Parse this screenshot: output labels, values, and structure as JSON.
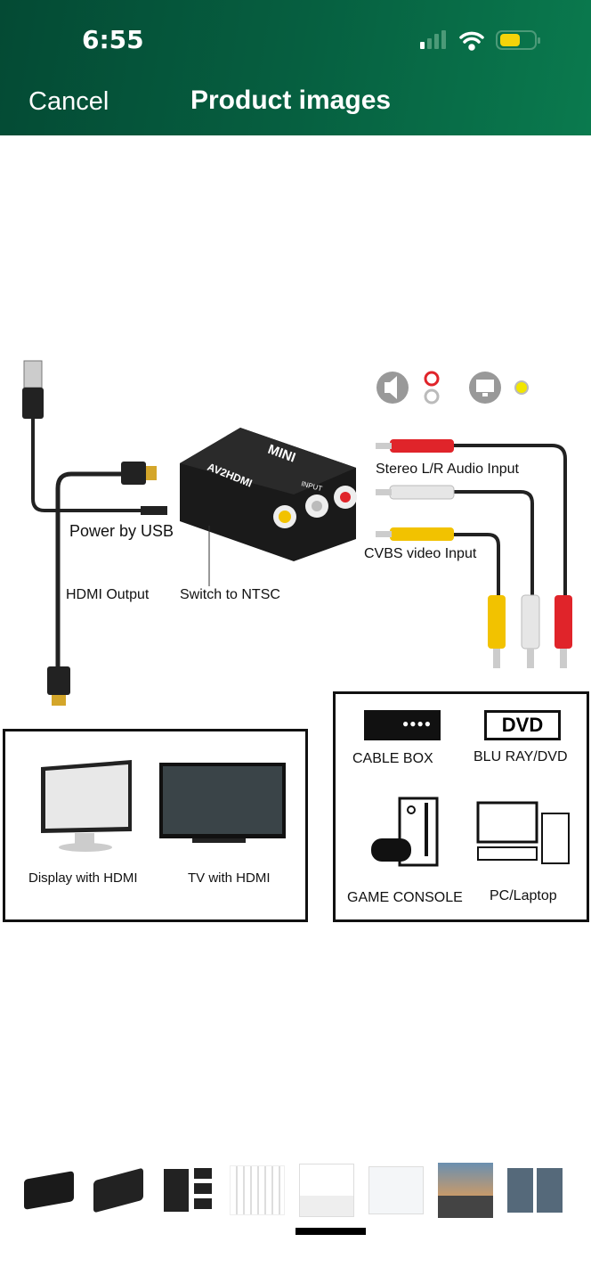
{
  "status_bar": {
    "time": "6:55",
    "battery_color": "#f5d30a",
    "icons": [
      "cellular-signal-icon",
      "wifi-icon",
      "battery-icon"
    ]
  },
  "nav": {
    "cancel_label": "Cancel",
    "title": "Product images",
    "bg_color": "#065f40"
  },
  "product_image": {
    "device": {
      "brand": "MINI",
      "model": "AV2HDMI",
      "input_label": "INPUT",
      "ports": [
        "CVBS",
        "L",
        "R"
      ]
    },
    "labels": {
      "power": "Power by USB",
      "hdmi_output": "HDMI Output",
      "switch": "Switch to NTSC",
      "audio_input": "Stereo L/R Audio Input",
      "video_input": "CVBS video Input"
    },
    "outputs": {
      "items": [
        "Display with HDMI",
        "TV with HDMI"
      ]
    },
    "sources": {
      "dvd_logo": "DVD",
      "items": [
        "CABLE BOX",
        "BLU RAY/DVD",
        "GAME CONSOLE",
        "PC/Laptop"
      ]
    }
  },
  "thumbnails": {
    "count": 8,
    "selected_index": 4
  }
}
